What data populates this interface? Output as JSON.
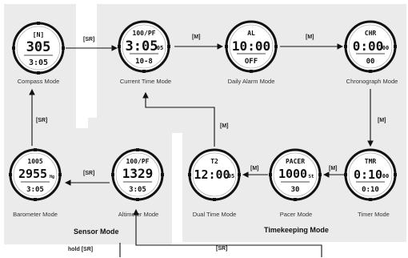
{
  "sections": {
    "sensor": "Sensor Mode",
    "timekeeping": "Timekeeping Mode"
  },
  "keys": {
    "sr": "[SR]",
    "m": "[M]",
    "hold_sr": "hold [SR]"
  },
  "modes": {
    "compass": {
      "label": "Compass Mode",
      "tag": "[N]",
      "main": "305",
      "sub": "3:05",
      "extra": ""
    },
    "current": {
      "label": "Current Time Mode",
      "tag": "100/PF",
      "main": "3:05",
      "sec": "05",
      "sub": "10-8",
      "extra": ""
    },
    "alarm": {
      "label": "Daily Alarm Mode",
      "tag": "AL",
      "main": "10:00",
      "sub": "OFF"
    },
    "chrono": {
      "label": "Chronograph  Mode",
      "tag": "CHR",
      "main": "0:00",
      "sec": "00",
      "sub": "00"
    },
    "barometer": {
      "label": "Barometer Mode",
      "tag": "1005",
      "main": "2955",
      "unit": "Hg",
      "sub": "3:05"
    },
    "altimeter": {
      "label": "Altimeter Mode",
      "tag": "100/PF",
      "main": "1329",
      "sub": "3:05"
    },
    "dual": {
      "label": "Dual Time Mode",
      "tag": "T2",
      "main": "12:00",
      "sec": "05"
    },
    "pacer": {
      "label": "Pacer Mode",
      "tag": "PACER",
      "main": "1000",
      "unit": "St",
      "sub": "30"
    },
    "timer": {
      "label": "Timer Mode",
      "tag": "TMR",
      "main": "0:10",
      "sec": "00",
      "sub": "0:10"
    }
  }
}
